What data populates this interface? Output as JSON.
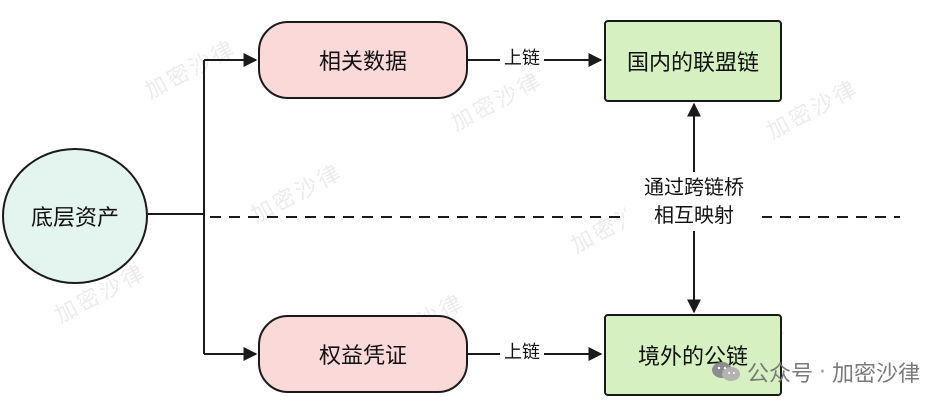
{
  "diagram": {
    "nodes": {
      "underlying_asset": "底层资产",
      "related_data": "相关数据",
      "equity_certificate": "权益凭证",
      "domestic_consortium_chain": "国内的联盟链",
      "overseas_public_chain": "境外的公链"
    },
    "edge_labels": {
      "top_upchain": "上链",
      "bottom_upchain": "上链"
    },
    "bridge_label": {
      "line1": "通过跨链桥",
      "line2": "相互映射"
    }
  },
  "watermark": {
    "text": "加密沙律"
  },
  "footer": {
    "brand_prefix": "公众号",
    "separator": "·",
    "brand_name": "加密沙律",
    "icon": "wechat-icon"
  },
  "colors": {
    "circle_fill": "#e4f4ef",
    "pill_fill": "#fbd9d9",
    "rect_fill": "#d6f0c2",
    "stroke": "#1a1a1a"
  }
}
